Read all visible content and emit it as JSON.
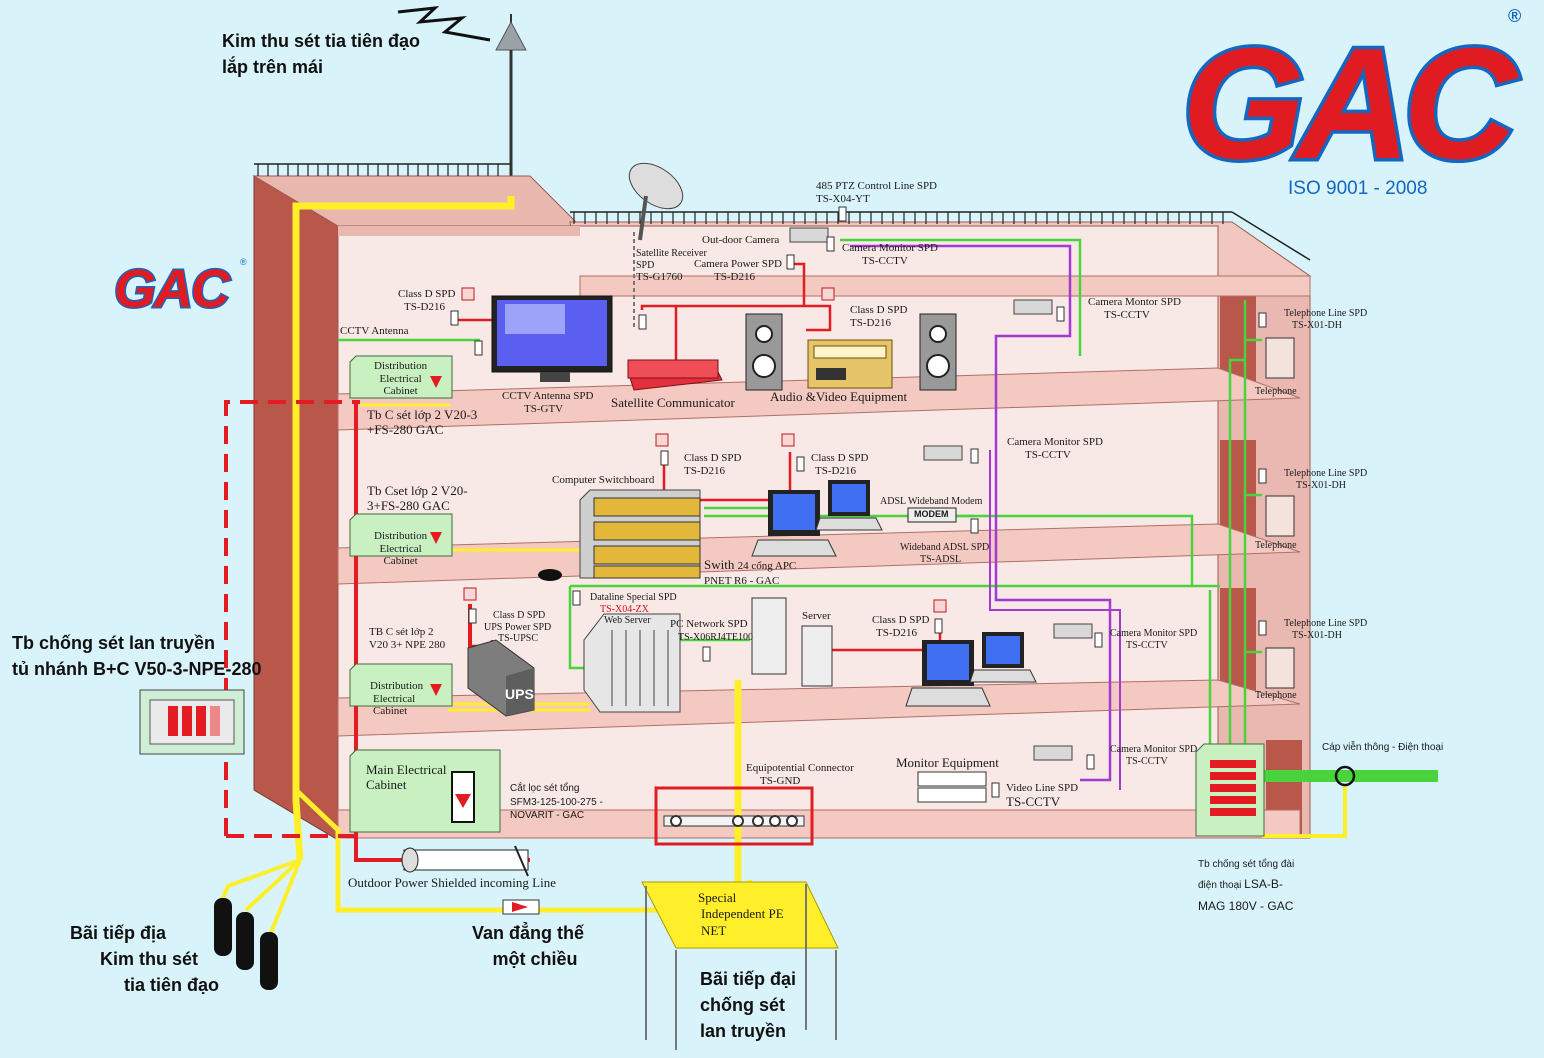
{
  "logo": {
    "brand": "GAC",
    "registered": "®",
    "certification": "ISO 9001 - 2008"
  },
  "labels": {
    "rod_title": "Kim thu sét tia tiên đạo",
    "rod_title2": "lắp trên mái",
    "ptz_spd": "485 PTZ Control Line SPD",
    "ptz_code": "TS-X04-YT",
    "outdoor_camera": "Out-door Camera",
    "cam_monitor_top": "Camera Monitor SPD",
    "cam_monitor_top_code": "TS-CCTV",
    "camera_power": "Camera Power SPD",
    "camera_power_code": "TS-D216",
    "satellite_receiver": "Satellite Receiver",
    "satellite_receiver2": "SPD",
    "satellite_receiver_code": "TS-G1760",
    "class_d_top": "Class D SPD",
    "class_d_top_code": "TS-D216",
    "cctv_antenna": "CCTV Antenna",
    "class_d_audio": "Class D SPD",
    "class_d_audio_code": "TS-D216",
    "cam_monitor_right1": "Camera Montor SPD",
    "cam_monitor_right1_code": "TS-CCTV",
    "dist_cabinet_1a": "Distribution",
    "dist_cabinet_1b": "Electrical",
    "dist_cabinet_1c": "Cabinet",
    "tb_c_1": "Tb C sét lớp 2 V20-3",
    "tb_c_1b": "+FS-280 GAC",
    "cctv_antenna_spd": "CCTV Antenna SPD",
    "cctv_antenna_spd_code": "TS-GTV",
    "satellite_communicator": "Satellite Communicator",
    "av_equipment": "Audio &Video Equipment",
    "tel_spd_1": "Telephone Line SPD",
    "tel_spd_1_code": "TS-X01-DH",
    "telephone_1": "Telephone",
    "class_d_2a": "Class D SPD",
    "class_d_2a_code": "TS-D216",
    "class_d_2b": "Class D SPD",
    "class_d_2b_code": "TS-D216",
    "cam_monitor_2": "Camera Monitor SPD",
    "cam_monitor_2_code": "TS-CCTV",
    "computer_switchboard": "Computer Switchboard",
    "tb_c_2": "Tb Cset lớp 2 V20-",
    "tb_c_2b": "3+FS-280 GAC",
    "adsl_modem": "ADSL Wideband Modem",
    "modem": "MODEM",
    "wideband_spd": "Wideband ADSL SPD",
    "wideband_spd_code": "TS-ADSL",
    "dist_cabinet_2a": "Distribution",
    "dist_cabinet_2b": "Electrical",
    "dist_cabinet_2c": "Cabinet",
    "switch_24a": "Swith",
    "switch_24b": "24 cổng APC",
    "switch_24c": "PNET R6 - GAC",
    "tel_spd_2": "Telephone Line SPD",
    "tel_spd_2_code": "TS-X01-DH",
    "telephone_2": "Telephone",
    "dataline_spd": "Dataline Special SPD",
    "dataline_code": "TS-X04-ZX",
    "web_server": "Web Server",
    "class_d_ups": "Class D SPD",
    "ups_power_spd": "UPS Power SPD",
    "ups_code": "TS-UPSC",
    "pc_network_spd": "PC Network SPD",
    "pc_network_code": "TS-X06RJ4TE100",
    "server": "Server",
    "class_d_3": "Class D SPD",
    "class_d_3_code": "TS-D216",
    "cam_monitor_3": "Camera Monitor SPD",
    "cam_monitor_3_code": "TS-CCTV",
    "tel_spd_3": "Telephone Line SPD",
    "tel_spd_3_code": "TS-X01-DH",
    "telephone_3": "Telephone",
    "tb_c_3": "TB C sét lớp 2",
    "tb_c_3b": "V20 3+ NPE 280",
    "dist_cabinet_3a": "Distribution",
    "dist_cabinet_3b": "Electrical",
    "dist_cabinet_3c": "Cabinet",
    "ups": "UPS",
    "tb_branch": "Tb chống sét lan truyền",
    "tb_branch2": "tủ nhánh B+C V50-3-NPE-280",
    "main_cabinet": "Main Electrical",
    "main_cabinet2": "Cabinet",
    "cat_loc": "Cắt lọc sét tổng",
    "cat_loc_code": "SFM3-125-100-275 -",
    "cat_loc_brand": "NOVARIT - GAC",
    "equipotential": "Equipotential Connector",
    "equipotential_code": "TS-GND",
    "monitor_equipment": "Monitor Equipment",
    "video_line_spd": "Video Line SPD",
    "video_line_code": "TS-CCTV",
    "cam_monitor_4": "Camera Monitor SPD",
    "cam_monitor_4_code": "TS-CCTV",
    "cable_tel": "Cáp viễn thông - Điện thoại",
    "outdoor_power": "Outdoor Power Shielded incoming Line",
    "special_1": "Special",
    "special_2": "Independent PE",
    "special_3": "NET",
    "tb_tongdai_1": "Tb chống sét tổng đài",
    "tb_tongdai_2": "điện thoại",
    "tb_tongdai_3": "LSA-B-",
    "tb_tongdai_4": "MAG 180V - GAC",
    "ground_rod_1": "Bãi tiếp địa",
    "ground_rod_2": "Kim thu sét",
    "ground_rod_3": "tia tiên đạo",
    "valve_1": "Van đẳng thế",
    "valve_2": "một chiều",
    "ground_spd_1": "Bãi tiếp đại",
    "ground_spd_2": "chống sét",
    "ground_spd_3": "lan truyền"
  },
  "colors": {
    "wall": "#b8574a",
    "floor": "#f3c9c1",
    "room": "#f8e8e6",
    "power": "#e31b23",
    "ground": "#ffef2a",
    "signal": "#49d43e",
    "video": "#a23bd1",
    "brand_red": "#e11b22",
    "brand_blue": "#1467c0"
  },
  "icons": [
    "lightning-icon",
    "air-terminal-icon",
    "satellite-dish-icon",
    "tv-monitor-icon",
    "speaker-icon",
    "computer-icon",
    "server-icon",
    "ups-icon",
    "camera-icon",
    "telephone-icon",
    "surge-protector-icon",
    "ground-rod-icon"
  ]
}
